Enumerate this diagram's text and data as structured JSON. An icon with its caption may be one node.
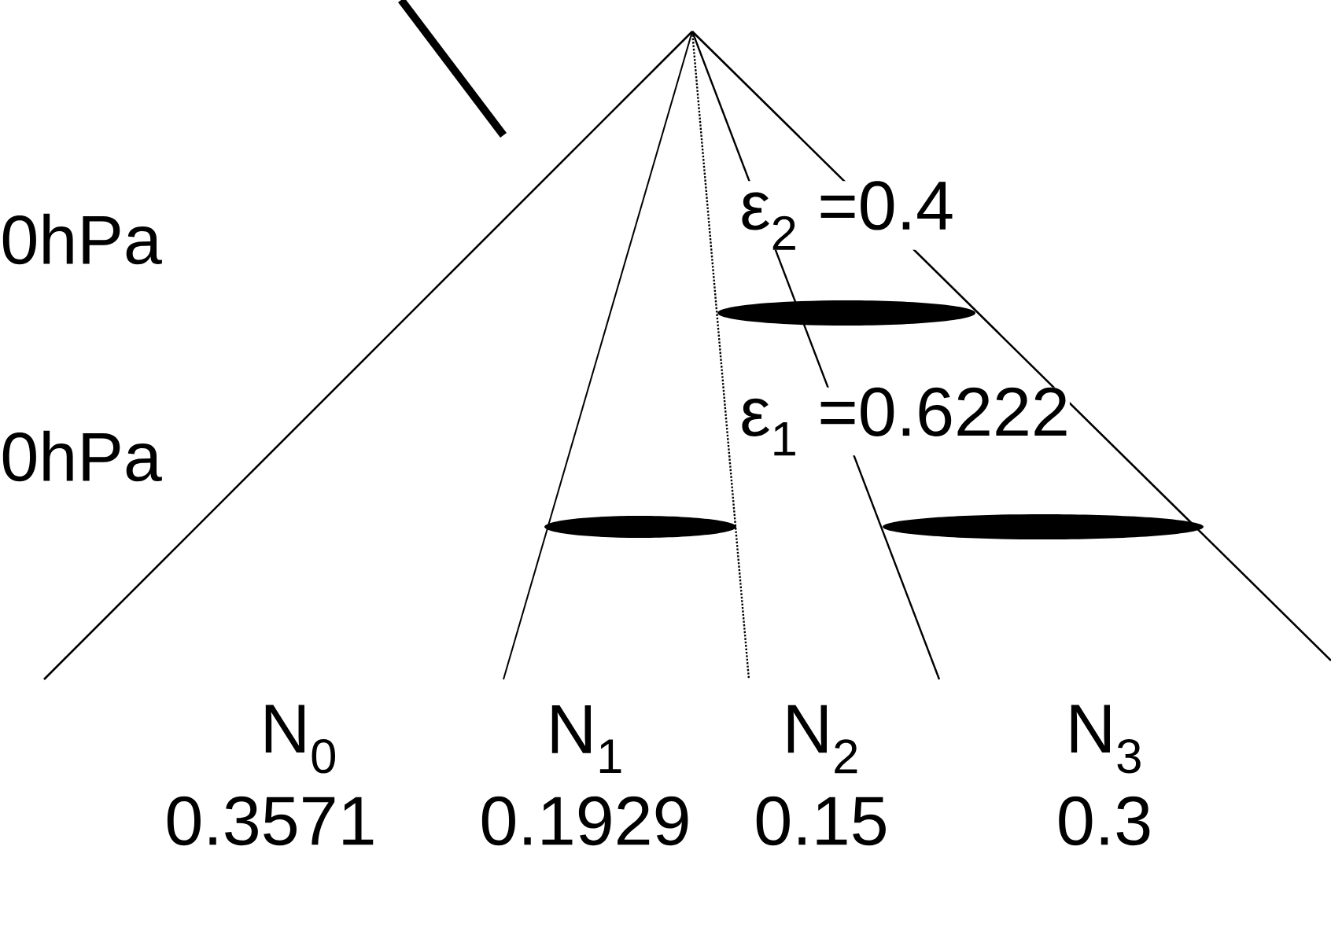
{
  "diagram": {
    "labels": [
      "0hPa",
      "ε$_{2}$ =0.4",
      "0hPa",
      "ε$_{1}$ =0.6222",
      "N$_{0}$",
      "N$_{1}$",
      "N$_{2}$",
      "N$_{3}$",
      "0.3571",
      "0.1929",
      "0.15",
      "0.3"
    ]
  }
}
